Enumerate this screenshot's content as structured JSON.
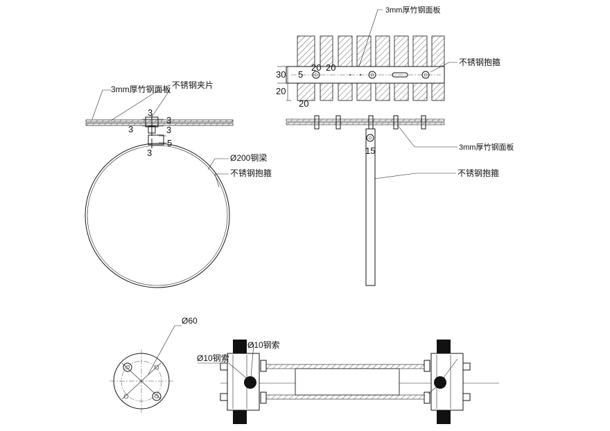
{
  "detail_top_left": {
    "label_panel": "3mm厚竹钢面板",
    "label_clip": "不锈钢夹片",
    "label_beam": "Ø200钢梁",
    "label_hoop": "不锈钢抱箍",
    "dims": [
      "3",
      "3",
      "3",
      "3",
      "5",
      "3"
    ]
  },
  "detail_top_right": {
    "label_panel_top": "3mm厚竹钢面板",
    "label_hoop_top": "不锈钢抱箍",
    "label_panel_mid": "3mm厚竹钢面板",
    "label_hoop_bottom": "不锈钢抱箍",
    "dims": [
      "30",
      "5",
      "20",
      "20",
      "20",
      "20",
      "15"
    ]
  },
  "detail_bottom_left": {
    "label_dia": "Ø60"
  },
  "detail_bottom_right": {
    "label_cable_a": "Ø10钢索",
    "label_cable_b": "Ø10钢索"
  }
}
